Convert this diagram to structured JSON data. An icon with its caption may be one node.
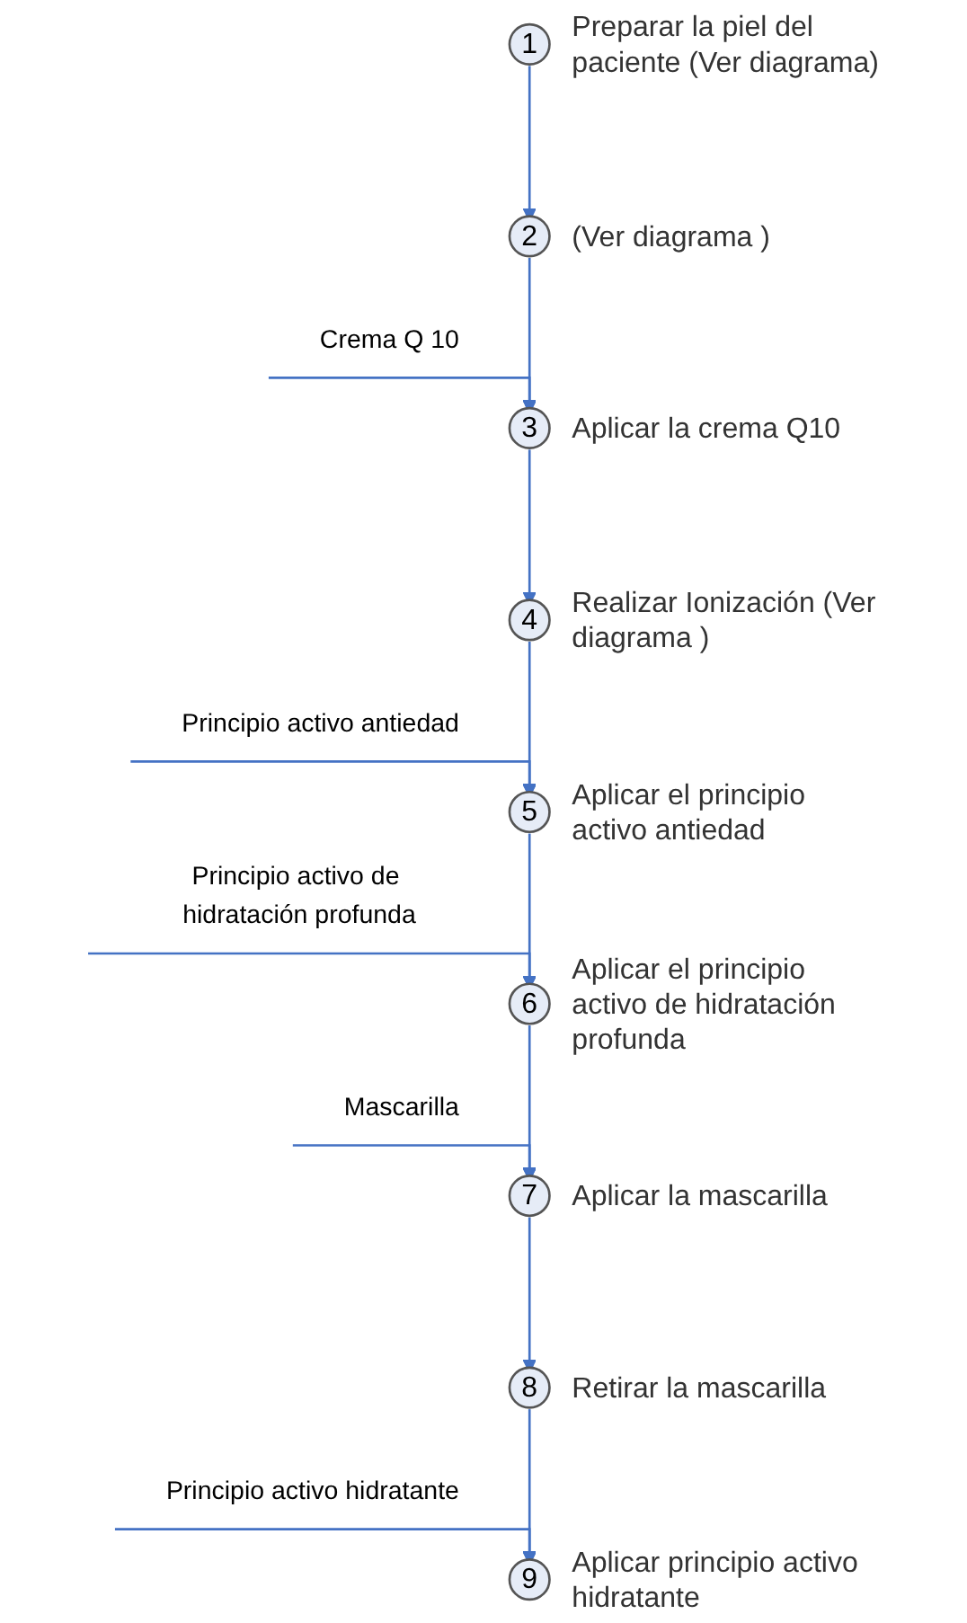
{
  "diagram": {
    "nodes": [
      {
        "text": [
          "1"
        ],
        "beside": [
          "Preparar la piel del paciente (Ver diagrama)"
        ]
      },
      {
        "text": [
          "2"
        ],
        "beside": [
          "(Ver diagrama )"
        ]
      },
      {
        "text": [
          "Crema Q 10"
        ]
      },
      {
        "text": [
          "3"
        ],
        "beside": [
          "Aplicar la crema Q10"
        ]
      },
      {
        "text": [
          "4"
        ],
        "beside": [
          "Realizar Ionización (Ver diagrama )"
        ]
      },
      {
        "text": [
          "Principio activo antiedad"
        ]
      },
      {
        "text": [
          "5"
        ],
        "beside": [
          "Aplicar el principio activo antiedad"
        ]
      },
      {
        "text": [
          "Principio activo de hidratación profunda"
        ]
      },
      {
        "text": [
          "6"
        ],
        "beside": [
          "Aplicar el principio activo de hidratación profunda"
        ]
      },
      {
        "text": [
          "Mascarilla"
        ]
      },
      {
        "text": [
          "7"
        ],
        "beside": [
          "Aplicar la mascarilla"
        ]
      },
      {
        "text": [
          "8"
        ],
        "beside": [
          "Retirar la mascarilla"
        ]
      },
      {
        "text": [
          "Principio activo hidratante"
        ]
      },
      {
        "text": [
          "9"
        ],
        "beside": [
          "Aplicar principio activo hidratante"
        ]
      }
    ],
    "edges": [
      {
        "from": 0,
        "to": 1,
        "arrow": "to"
      },
      {
        "from": 1,
        "to": 3,
        "arrow": "to"
      },
      {
        "from": 2,
        "to": 3,
        "arrow": "to"
      },
      {
        "from": 3,
        "to": 4,
        "arrow": "to"
      },
      {
        "from": 4,
        "to": 6,
        "arrow": "to"
      },
      {
        "from": 5,
        "to": 6,
        "arrow": "to"
      },
      {
        "from": 6,
        "to": 8,
        "arrow": "to"
      },
      {
        "from": 7,
        "to": 8,
        "arrow": "to"
      },
      {
        "from": 8,
        "to": 10,
        "arrow": "to"
      },
      {
        "from": 9,
        "to": 10,
        "arrow": "to"
      },
      {
        "from": 10,
        "to": 11,
        "arrow": "to"
      },
      {
        "from": 11,
        "to": 13,
        "arrow": "to"
      },
      {
        "from": 12,
        "to": 13,
        "arrow": "to"
      }
    ]
  }
}
